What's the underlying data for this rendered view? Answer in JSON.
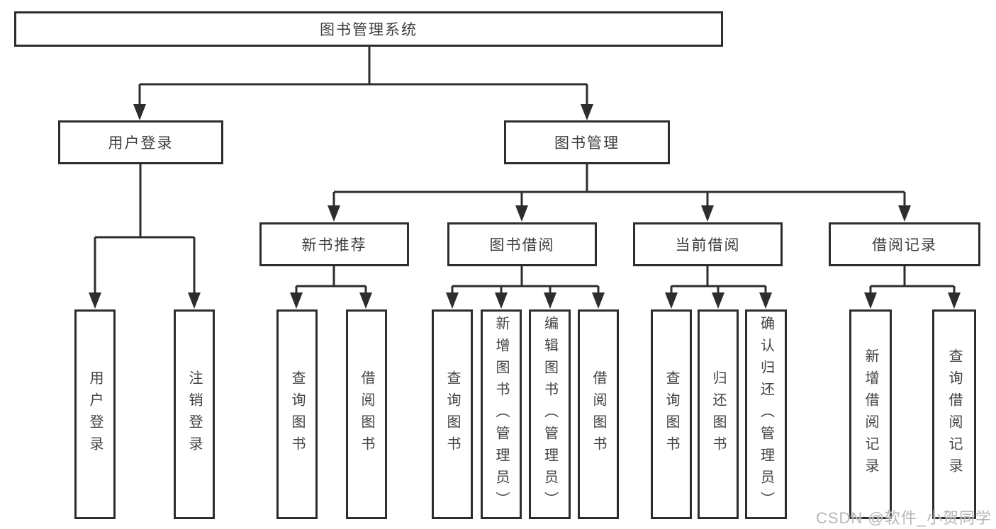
{
  "diagram": {
    "root": {
      "label": "图书管理系统"
    },
    "branches": [
      {
        "label": "用户登录",
        "children": [
          {
            "label": "用户登录"
          },
          {
            "label": "注销登录"
          }
        ]
      },
      {
        "label": "图书管理",
        "children": [
          {
            "label": "新书推荐",
            "children": [
              {
                "label": "查询图书"
              },
              {
                "label": "借阅图书"
              }
            ]
          },
          {
            "label": "图书借阅",
            "children": [
              {
                "label": "查询图书"
              },
              {
                "label": "新增图书（管理员）"
              },
              {
                "label": "编辑图书（管理员）"
              },
              {
                "label": "借阅图书"
              }
            ]
          },
          {
            "label": "当前借阅",
            "children": [
              {
                "label": "查询图书"
              },
              {
                "label": "归还图书"
              },
              {
                "label": "确认归还（管理员）"
              }
            ]
          },
          {
            "label": "借阅记录",
            "children": [
              {
                "label": "新增借阅记录"
              },
              {
                "label": "查询借阅记录"
              }
            ]
          }
        ]
      }
    ]
  },
  "watermark": {
    "text": "CSDN @软件_小贺同学"
  },
  "colors": {
    "line": "#2d2d2d",
    "box_border": "#2d2d2d",
    "text": "#3c3c3c",
    "watermark": "#b6b6b6",
    "background": "#ffffff"
  }
}
